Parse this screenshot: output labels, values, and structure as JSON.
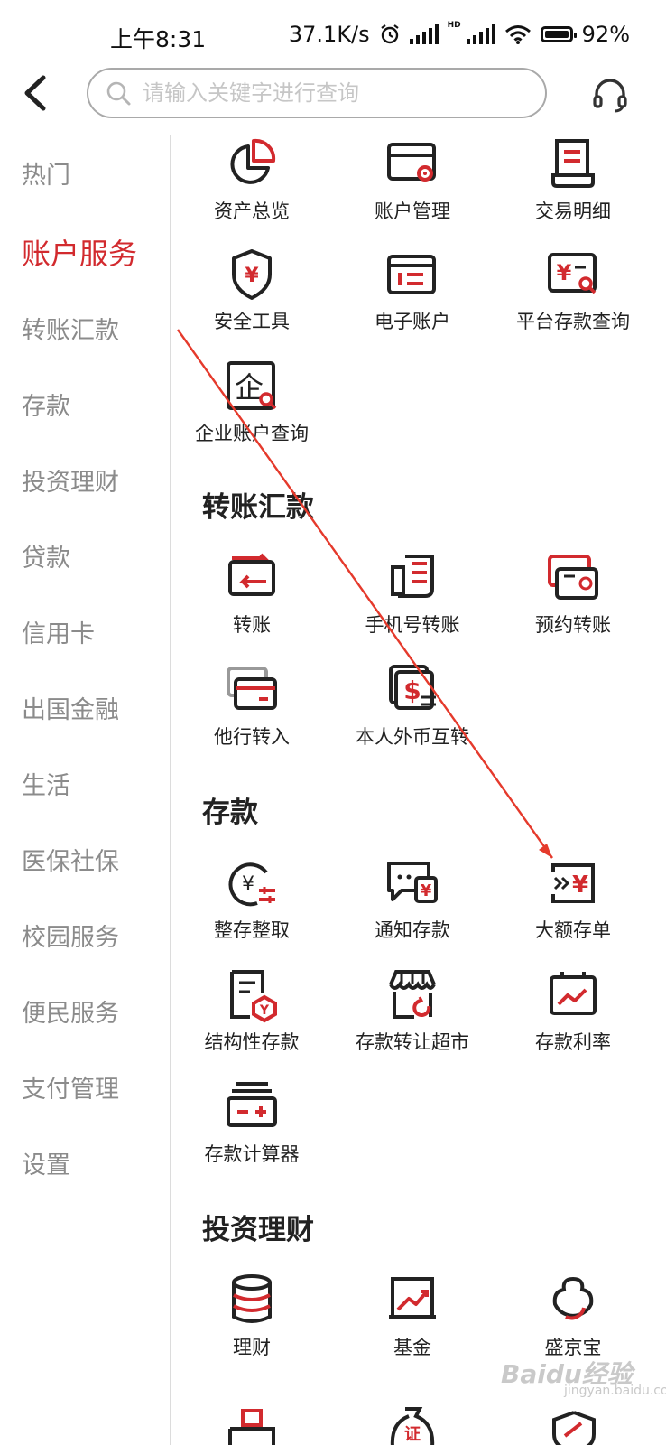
{
  "status": {
    "time": "上午8:31",
    "speed": "37.1K/s",
    "hd": "HD",
    "battery": "92%"
  },
  "search": {
    "placeholder": "请输入关键字进行查询"
  },
  "sidebar": {
    "items": [
      "热门",
      "账户服务",
      "转账汇款",
      "存款",
      "投资理财",
      "贷款",
      "信用卡",
      "出国金融",
      "生活",
      "医保社保",
      "校园服务",
      "便民服务",
      "支付管理",
      "设置"
    ],
    "active_index": 1
  },
  "account": {
    "tiles": [
      "资产总览",
      "账户管理",
      "交易明细",
      "安全工具",
      "电子账户",
      "平台存款查询",
      "企业账户查询"
    ]
  },
  "transfer": {
    "title": "转账汇款",
    "tiles": [
      "转账",
      "手机号转账",
      "预约转账",
      "他行转入",
      "本人外币互转"
    ]
  },
  "deposit": {
    "title": "存款",
    "tiles": [
      "整存整取",
      "通知存款",
      "大额存单",
      "结构性存款",
      "存款转让超市",
      "存款利率",
      "存款计算器"
    ]
  },
  "invest": {
    "title": "投资理财",
    "tiles": [
      "理财",
      "基金",
      "盛京宝"
    ]
  },
  "icons": {
    "asset": "pie-chart-icon",
    "account-manage": "card-gear-icon",
    "detail": "receipt-icon",
    "security": "shield-yuan-icon",
    "e-account": "card-list-icon",
    "platform": "yuan-search-icon",
    "enterprise": "enterprise-search-icon",
    "transfer": "transfer-card-icon",
    "phone-transfer": "phone-doc-icon",
    "scheduled": "scheduled-card-icon",
    "other-bank": "cards-icon",
    "fx": "dollar-swap-icon",
    "fixed": "clock-yuan-icon",
    "notice": "chat-yuan-icon",
    "large": "large-cd-icon",
    "structured": "doc-yuan-icon",
    "market": "market-icon",
    "rate": "chart-icon",
    "calculator": "calculator-icon",
    "wealth": "coin-stack-icon",
    "fund": "trend-icon",
    "treasure": "treasure-icon"
  },
  "watermark": {
    "brand": "Baidu经验",
    "sub": "jingyan.baidu.com"
  },
  "colors": {
    "accent": "#d22a2e",
    "text": "#222222",
    "muted": "#8b8b8b"
  }
}
